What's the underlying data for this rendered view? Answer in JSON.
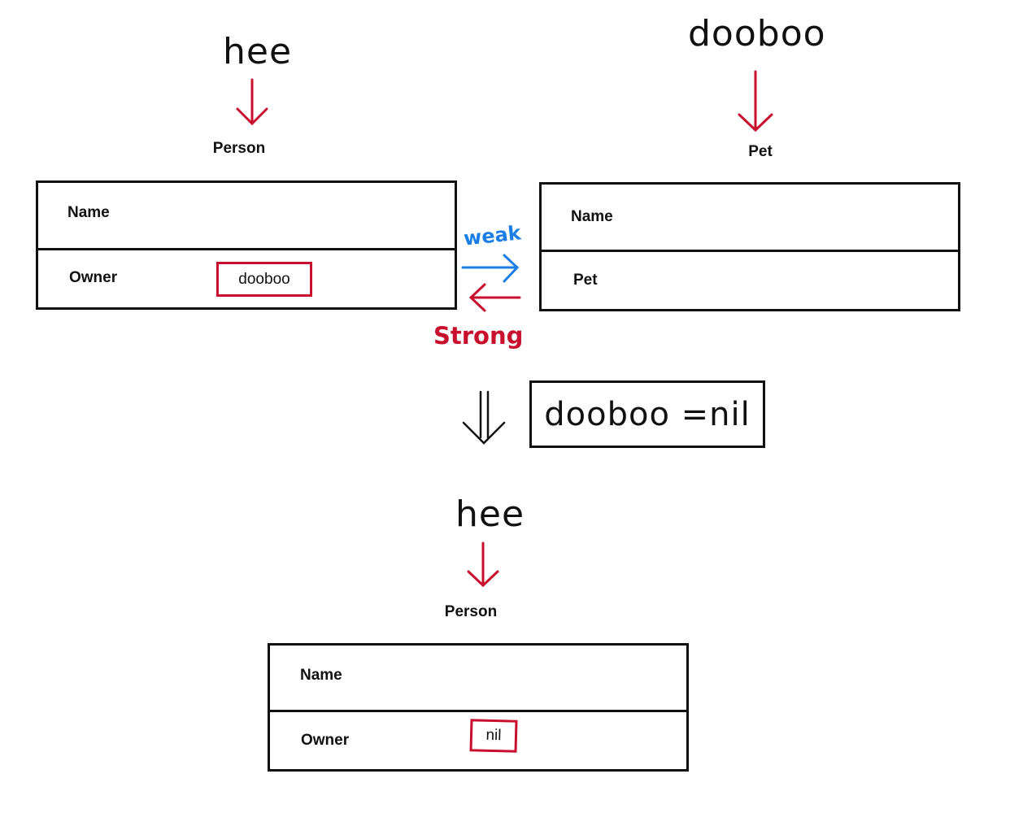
{
  "colors": {
    "ink": "#111111",
    "accent_red": "#c8102e",
    "weak_blue": "#1a7ee6"
  },
  "top_left": {
    "variable": "hee",
    "type_name": "Person",
    "fields": [
      {
        "label": "Name"
      },
      {
        "label": "Owner",
        "value": "dooboo"
      }
    ]
  },
  "top_right": {
    "variable": "dooboo",
    "type_name": "Pet",
    "fields": [
      {
        "label": "Name"
      },
      {
        "label": "Pet"
      }
    ]
  },
  "relations": {
    "weak_label": "weak",
    "strong_label": "Strong"
  },
  "transition": {
    "symbol": "⇓",
    "statement": "dooboo =nil"
  },
  "bottom": {
    "variable": "hee",
    "type_name": "Person",
    "fields": [
      {
        "label": "Name"
      },
      {
        "label": "Owner",
        "value": "nil"
      }
    ]
  }
}
